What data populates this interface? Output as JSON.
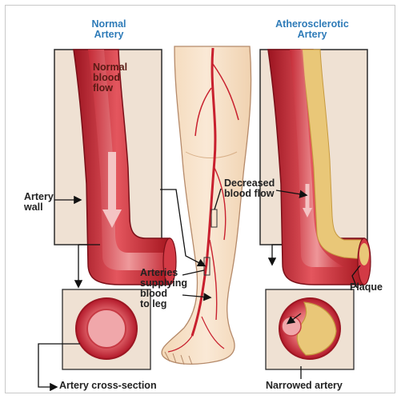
{
  "titles": {
    "normal": "Normal\nArtery",
    "atherosclerotic": "Atherosclerotic\nArtery"
  },
  "labels": {
    "normal_blood_flow": "Normal\nblood\nflow",
    "artery_wall": "Artery\nwall",
    "decreased_blood_flow": "Decreased\nblood flow",
    "arteries_supplying": "Arteries\nsupplying\nblood\nto leg",
    "plaque": "Plaque",
    "artery_cross_section": "Artery cross-section",
    "narrowed_artery": "Narrowed artery"
  },
  "colors": {
    "title_blue": "#2e7bb8",
    "artery_red": "#c8202e",
    "plaque_yellow": "#e9c778",
    "skin": "#f7e2c7",
    "panel_bg": "#efe1d3"
  }
}
